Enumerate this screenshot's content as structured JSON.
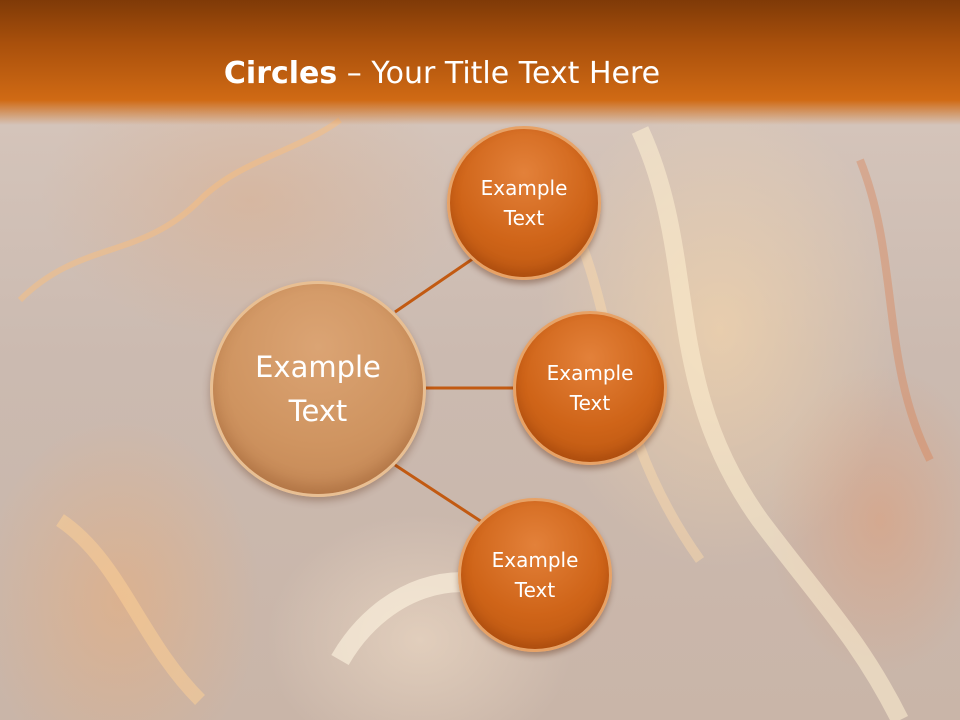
{
  "slide": {
    "title_bold": "Circles",
    "title_rest": " – Your Title Text Here",
    "center": {
      "label": "Example\nText"
    },
    "satellites": [
      {
        "label": "Example\nText"
      },
      {
        "label": "Example\nText"
      },
      {
        "label": "Example\nText"
      }
    ]
  },
  "colors": {
    "header": "#c0600f",
    "satellite_fill": "#cf6418",
    "center_fill": "#cf9460",
    "connector": "#c25a12"
  }
}
